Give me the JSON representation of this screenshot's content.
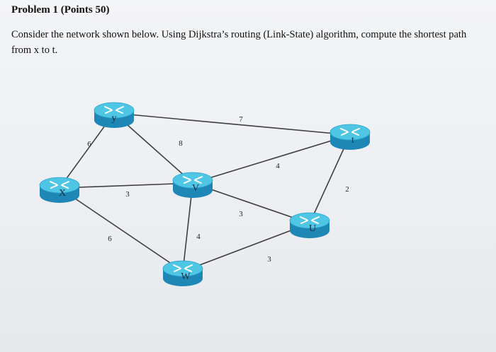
{
  "problem": {
    "title": "Problem 1 (Points 50)",
    "text": "Consider the network shown below. Using Dijkstra’s routing (Link-State) algorithm, compute the shortest path from x to t."
  },
  "network": {
    "nodes": [
      {
        "id": "y",
        "label": "y"
      },
      {
        "id": "x",
        "label": "X"
      },
      {
        "id": "v",
        "label": "V"
      },
      {
        "id": "w",
        "label": "W"
      },
      {
        "id": "u",
        "label": "U"
      },
      {
        "id": "t",
        "label": "t"
      }
    ],
    "links": [
      {
        "from": "y",
        "to": "t",
        "cost": "7"
      },
      {
        "from": "x",
        "to": "y",
        "cost": "6"
      },
      {
        "from": "y",
        "to": "v",
        "cost": "8"
      },
      {
        "from": "x",
        "to": "v",
        "cost": "3"
      },
      {
        "from": "x",
        "to": "w",
        "cost": "6"
      },
      {
        "from": "v",
        "to": "t",
        "cost": "4"
      },
      {
        "from": "v",
        "to": "w",
        "cost": "4"
      },
      {
        "from": "v",
        "to": "u",
        "cost": "3"
      },
      {
        "from": "w",
        "to": "u",
        "cost": "3"
      },
      {
        "from": "u",
        "to": "t",
        "cost": "2"
      }
    ]
  },
  "colors": {
    "router_top": "#4fc6e3",
    "router_side": "#1e87b6",
    "link": "#3f3f3f"
  }
}
